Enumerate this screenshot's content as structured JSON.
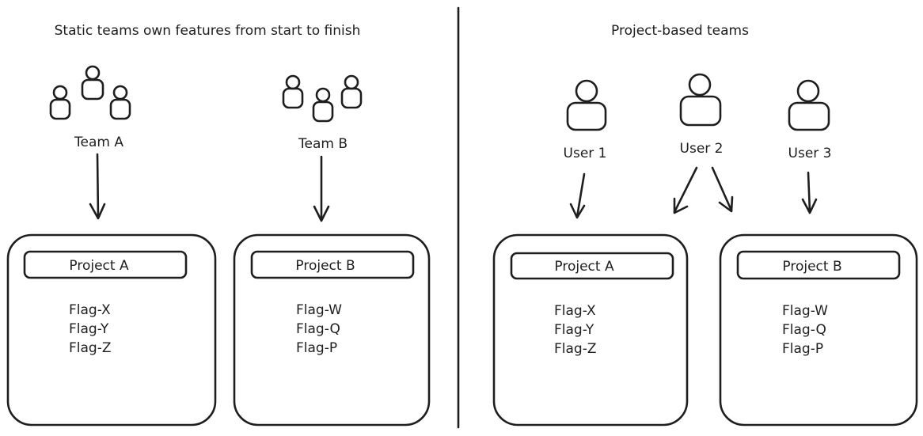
{
  "left": {
    "title": "Static teams own features from start to finish",
    "teams": [
      {
        "label": "Team A"
      },
      {
        "label": "Team B"
      }
    ],
    "projects": [
      {
        "name": "Project A",
        "flags": [
          "Flag-X",
          "Flag-Y",
          "Flag-Z"
        ]
      },
      {
        "name": "Project B",
        "flags": [
          "Flag-W",
          "Flag-Q",
          "Flag-P"
        ]
      }
    ]
  },
  "right": {
    "title": "Project-based teams",
    "users": [
      {
        "label": "User 1"
      },
      {
        "label": "User 2"
      },
      {
        "label": "User 3"
      }
    ],
    "projects": [
      {
        "name": "Project A",
        "flags": [
          "Flag-X",
          "Flag-Y",
          "Flag-Z"
        ]
      },
      {
        "name": "Project B",
        "flags": [
          "Flag-W",
          "Flag-Q",
          "Flag-P"
        ]
      }
    ]
  }
}
